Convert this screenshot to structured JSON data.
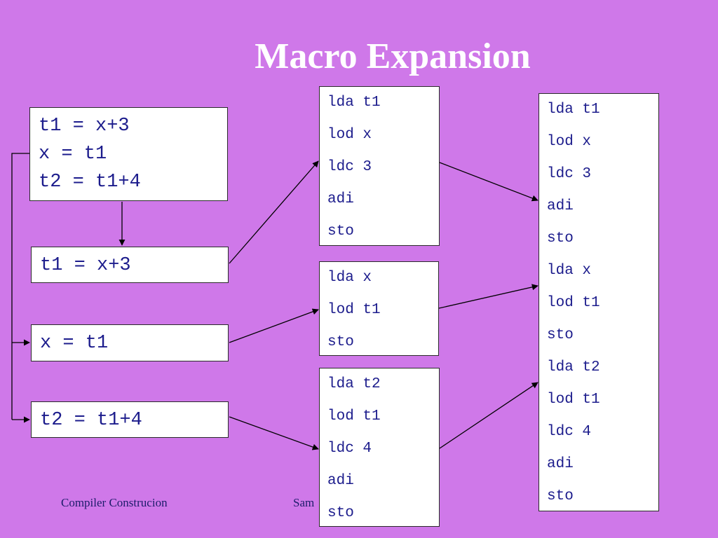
{
  "title": "Macro Expansion",
  "source_box": {
    "lines": [
      "t1 = x+3",
      "x = t1",
      "t2 = t1+4"
    ]
  },
  "statements": [
    "t1 = x+3",
    "x = t1",
    "t2 = t1+4"
  ],
  "code_blocks": [
    [
      "lda t1",
      "lod x",
      "ldc 3",
      "adi",
      "sto"
    ],
    [
      "lda x",
      "lod t1",
      "sto"
    ],
    [
      "lda t2",
      "lod t1",
      "ldc 4",
      "adi",
      "sto"
    ]
  ],
  "final_code": [
    "lda t1",
    "lod x",
    "ldc 3",
    "adi",
    "sto",
    "lda x",
    "lod t1",
    "sto",
    "lda t2",
    "lod t1",
    "ldc 4",
    "adi",
    "sto"
  ],
  "footer": {
    "left": "Compiler Construcion",
    "center": "Sam"
  },
  "colors": {
    "background": "#cf78e9",
    "code_text": "#1c1c8c",
    "title": "#ffffff"
  }
}
